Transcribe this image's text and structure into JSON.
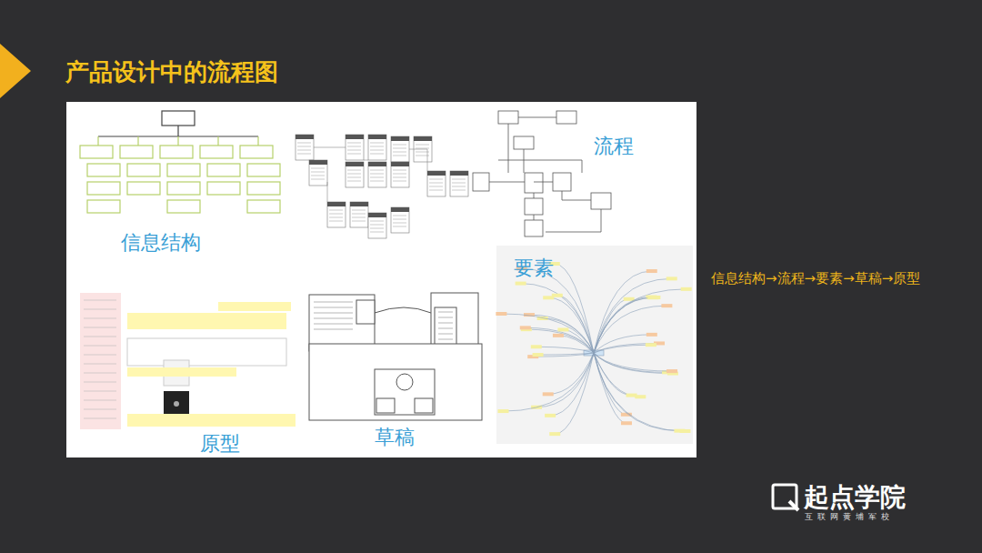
{
  "diagram": {
    "title": "产品设计中的流程图",
    "labels": [
      "信息结构",
      "流程",
      "要素",
      "原型",
      "草稿",
      "信息结构→流程→要素→草稿→原型",
      "起点学院",
      "互联网黄埔军校"
    ]
  }
}
